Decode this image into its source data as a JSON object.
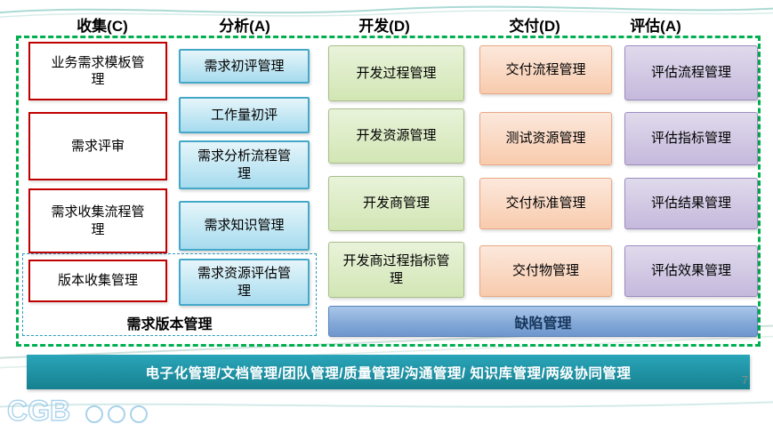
{
  "page_number": "7",
  "columns": [
    {
      "header": "收集(C)",
      "items": [
        "业务需求模板管理",
        "需求评审",
        "需求收集流程管理",
        "版本收集管理"
      ]
    },
    {
      "header": "分析(A)",
      "items": [
        "需求初评管理",
        "工作量初评",
        "需求分析流程管理",
        "需求知识管理",
        "需求资源评估管理"
      ]
    },
    {
      "header": "开发(D)",
      "items": [
        "开发过程管理",
        "开发资源管理",
        "开发商管理",
        "开发商过程指标管理"
      ]
    },
    {
      "header": "交付(D)",
      "items": [
        "交付流程管理",
        "测试资源管理",
        "交付标准管理",
        "交付物管理"
      ]
    },
    {
      "header": "评估(A)",
      "items": [
        "评估流程管理",
        "评估指标管理",
        "评估结果管理",
        "评估效果管理"
      ]
    }
  ],
  "version_group_label": "需求版本管理",
  "defect_bar_label": "缺陷管理",
  "footer_banner": "电子化管理/文档管理/团队管理/质量管理/沟通管理/ 知识库管理/两级协同管理",
  "colors": {
    "outer_dashed_border": "#00B050",
    "inner_dashed_border": "#2E9BBF",
    "red_box_border": "#C00000",
    "blue_box_border": "#44A9C9",
    "green_box_fill": "#D2E6B4",
    "orange_box_fill": "#F8CBAD",
    "purple_box_fill": "#C5B9DC",
    "defect_bar_fill": "#84A9D8",
    "footer_banner_fill": "#1B93A8"
  }
}
